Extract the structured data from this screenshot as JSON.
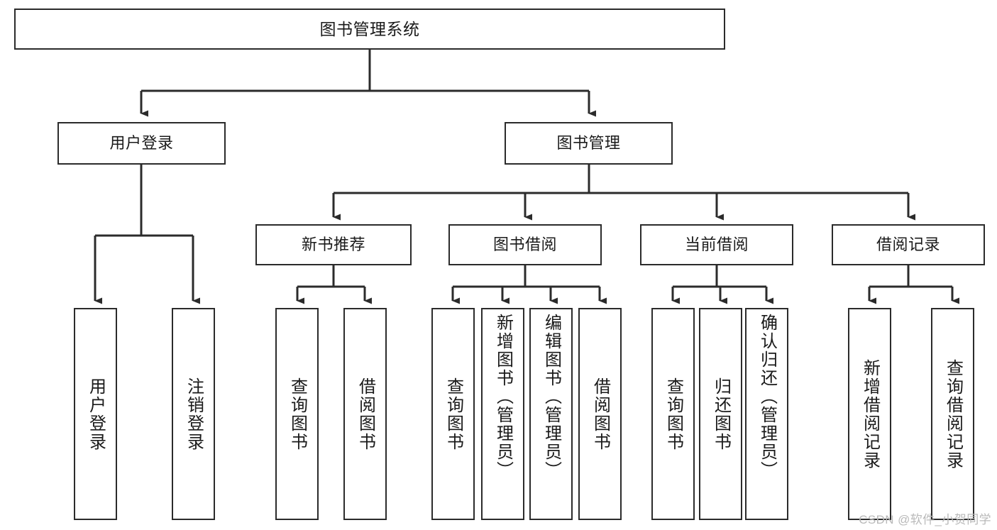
{
  "diagram": {
    "title": "图书管理系统",
    "type": "tree-hierarchy-chart",
    "root": {
      "label": "图书管理系统"
    },
    "level2": [
      {
        "label": "用户登录"
      },
      {
        "label": "图书管理"
      }
    ],
    "level3": [
      {
        "label": "新书推荐"
      },
      {
        "label": "图书借阅"
      },
      {
        "label": "当前借阅"
      },
      {
        "label": "借阅记录"
      }
    ],
    "leaves": {
      "user_login": [
        {
          "label": "用户登录"
        },
        {
          "label": "注销登录"
        }
      ],
      "new_book_recommend": [
        {
          "label": "查询图书"
        },
        {
          "label": "借阅图书"
        }
      ],
      "book_borrow": [
        {
          "label": "查询图书"
        },
        {
          "label": "新增图书（管理员）"
        },
        {
          "label": "编辑图书（管理员）"
        },
        {
          "label": "借阅图书"
        }
      ],
      "current_borrow": [
        {
          "label": "查询图书"
        },
        {
          "label": "归还图书"
        },
        {
          "label": "确认归还（管理员）"
        }
      ],
      "borrow_record": [
        {
          "label": "新增借阅记录"
        },
        {
          "label": "查询借阅记录"
        }
      ]
    }
  },
  "watermark": {
    "text": "CSDN @软件_小贺同学"
  },
  "colors": {
    "stroke": "#2b2b2b",
    "fill": "#ffffff",
    "text": "#1a1a1a",
    "watermark": "#b9b9b9"
  }
}
